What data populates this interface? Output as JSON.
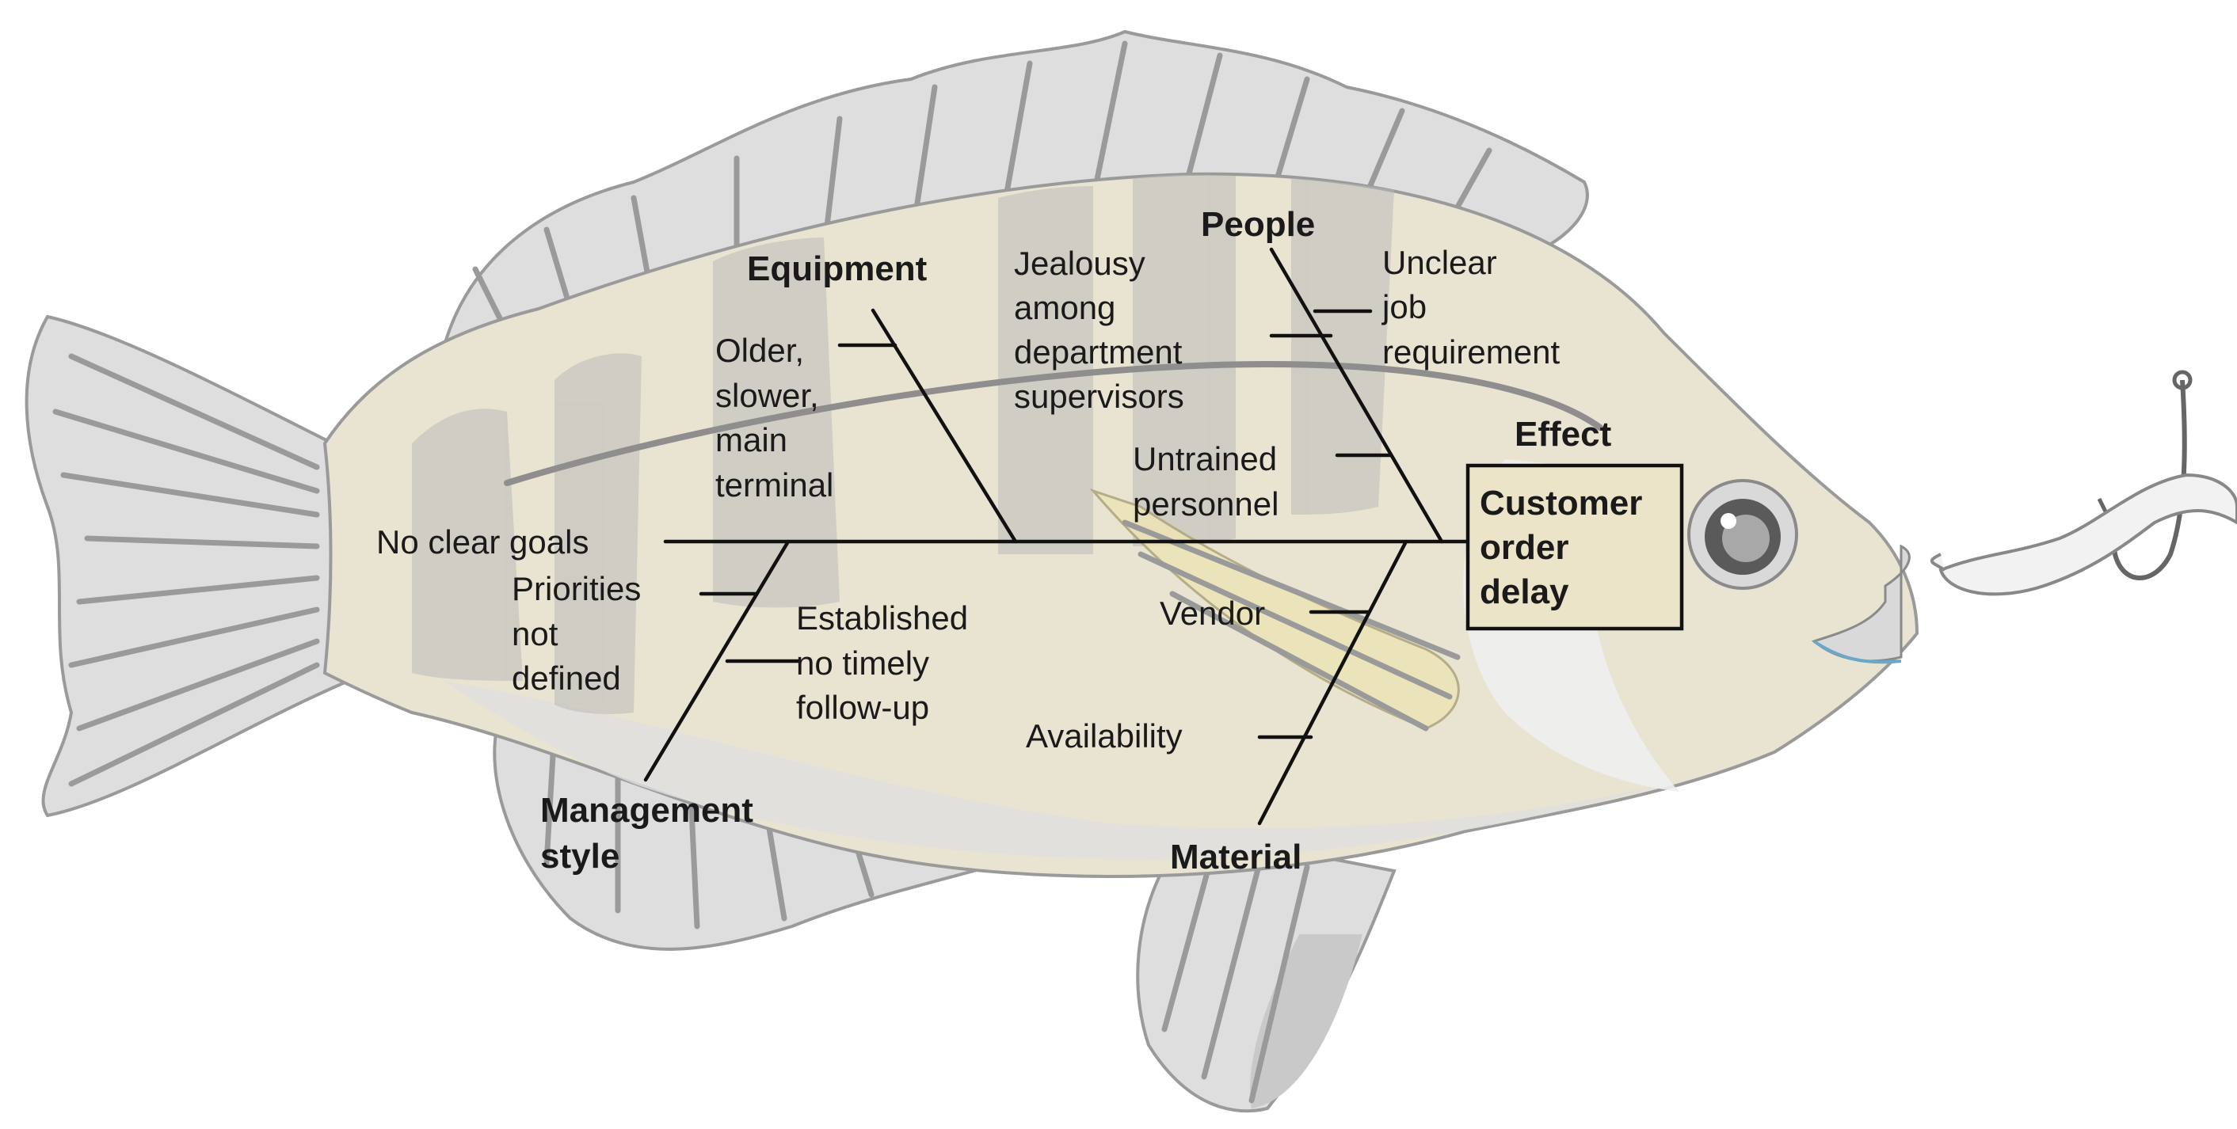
{
  "effect": {
    "heading": "Effect",
    "box_lines": [
      "Customer",
      "order",
      "delay"
    ]
  },
  "categories": {
    "equipment": "Equipment",
    "people": "People",
    "management": [
      "Management",
      "style"
    ],
    "material": "Material"
  },
  "causes": {
    "older_slower": [
      "Older,",
      "slower,",
      "main",
      "terminal"
    ],
    "jealousy": [
      "Jealousy",
      "among",
      "department",
      "supervisors"
    ],
    "unclear_job": [
      "Unclear",
      "job",
      "requirement"
    ],
    "untrained": [
      "Untrained",
      "personnel"
    ],
    "no_clear_goals": "No clear goals",
    "priorities": [
      "Priorities",
      "not",
      "defined"
    ],
    "established": [
      "Established",
      "no timely",
      "follow-up"
    ],
    "vendor": "Vendor",
    "availability": "Availability"
  },
  "colors": {
    "fish_body": "#e9e4d1",
    "fish_outline": "#9a9a9a",
    "fin": "#dedede",
    "stripe": "#b9b9b9",
    "bones": "#111111",
    "worm": "#f2f2f2"
  }
}
